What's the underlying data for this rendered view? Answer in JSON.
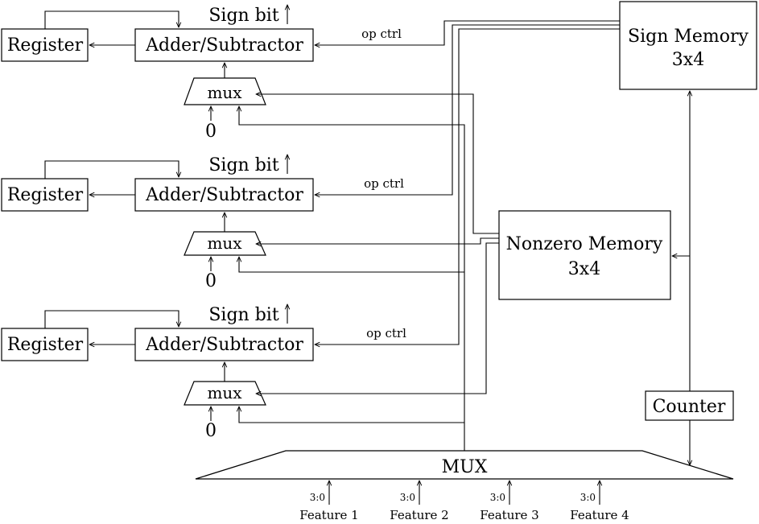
{
  "rows": [
    {
      "register_label": "Register",
      "adder_label": "Adder/Subtractor",
      "sign_bit_label": "Sign bit",
      "op_ctrl_label": "op ctrl",
      "mux_label": "mux",
      "zero_label": "0"
    },
    {
      "register_label": "Register",
      "adder_label": "Adder/Subtractor",
      "sign_bit_label": "Sign bit",
      "op_ctrl_label": "op ctrl",
      "mux_label": "mux",
      "zero_label": "0"
    },
    {
      "register_label": "Register",
      "adder_label": "Adder/Subtractor",
      "sign_bit_label": "Sign bit",
      "op_ctrl_label": "op ctrl",
      "mux_label": "mux",
      "zero_label": "0"
    }
  ],
  "sign_memory": {
    "line1": "Sign Memory",
    "line2": "3x4"
  },
  "nonzero_memory": {
    "line1": "Nonzero Memory",
    "line2": "3x4"
  },
  "counter": {
    "label": "Counter"
  },
  "main_mux": {
    "label": "MUX"
  },
  "features": [
    {
      "bits": "3:0",
      "label": "Feature 1"
    },
    {
      "bits": "3:0",
      "label": "Feature 2"
    },
    {
      "bits": "3:0",
      "label": "Feature 3"
    },
    {
      "bits": "3:0",
      "label": "Feature 4"
    }
  ]
}
